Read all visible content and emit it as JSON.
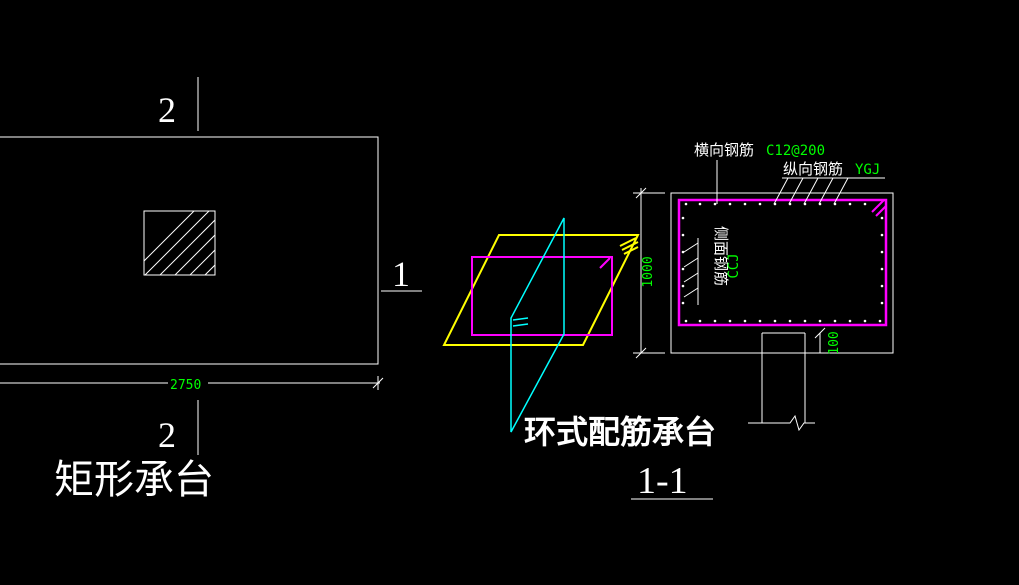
{
  "colors": {
    "background": "#000000",
    "white": "#ffffff",
    "green": "#00ff00",
    "magenta": "#ff00ff",
    "yellow": "#ffff00",
    "cyan": "#00ffff"
  },
  "left_plan": {
    "section_mark_top": "2",
    "section_mark_right": "1",
    "section_mark_bottom": "2",
    "dimension": "2750",
    "title": "矩形承台"
  },
  "iso_view": {
    "title": "环式配筋承台"
  },
  "section": {
    "title": "1-1",
    "label_transverse": "横向钢筋",
    "label_transverse_code": "C12@200",
    "label_longitudinal": "纵向钢筋",
    "label_longitudinal_code": "YGJ",
    "label_side": "侧面钢筋",
    "label_side_code": "CCJ",
    "dim_height": "1000",
    "dim_cover": "100"
  }
}
